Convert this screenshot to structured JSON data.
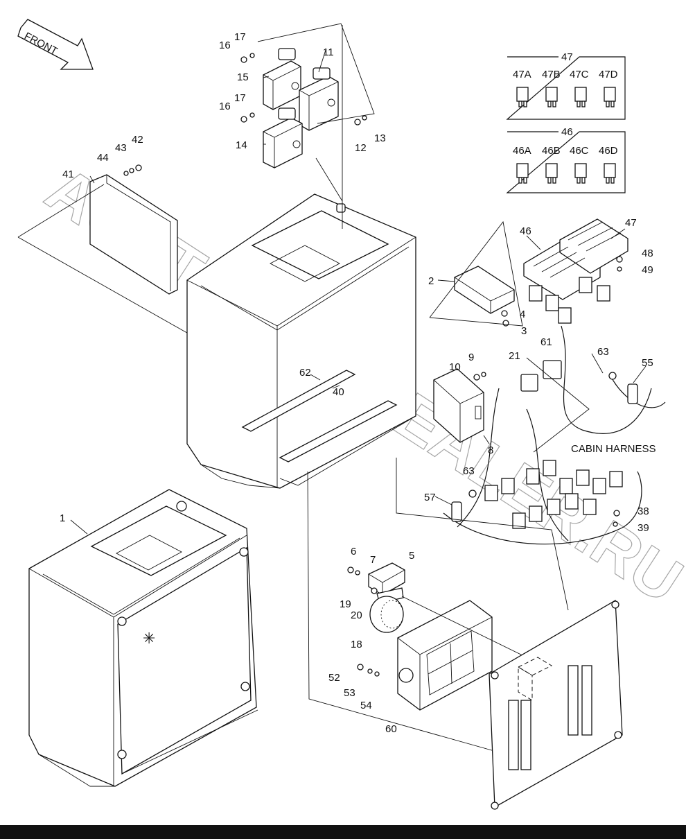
{
  "front_label": "FRONT",
  "cabin_harness_label": "CABIN HARNESS",
  "watermark": "ACAT-AUTODEALER.RU",
  "fuse_group_47": {
    "title": "47",
    "fuses": [
      "47A",
      "47B",
      "47C",
      "47D"
    ]
  },
  "fuse_group_46": {
    "title": "46",
    "fuses": [
      "46A",
      "46B",
      "46C",
      "46D"
    ]
  },
  "callouts": {
    "c1": "1",
    "c2": "2",
    "c3": "3",
    "c4": "4",
    "c5": "5",
    "c6": "6",
    "c7": "7",
    "c8": "8",
    "c9": "9",
    "c10": "10",
    "c11": "11",
    "c12": "12",
    "c13": "13",
    "c14": "14",
    "c15": "15",
    "c16a": "16",
    "c16b": "16",
    "c17a": "17",
    "c17b": "17",
    "c18": "18",
    "c19": "19",
    "c20": "20",
    "c21": "21",
    "c38": "38",
    "c39": "39",
    "c40": "40",
    "c41": "41",
    "c42": "42",
    "c43": "43",
    "c44": "44",
    "c46": "46",
    "c47": "47",
    "c48": "48",
    "c49": "49",
    "c52": "52",
    "c53": "53",
    "c54": "54",
    "c55": "55",
    "c57": "57",
    "c60": "60",
    "c61": "61",
    "c62": "62",
    "c63a": "63",
    "c63b": "63"
  }
}
